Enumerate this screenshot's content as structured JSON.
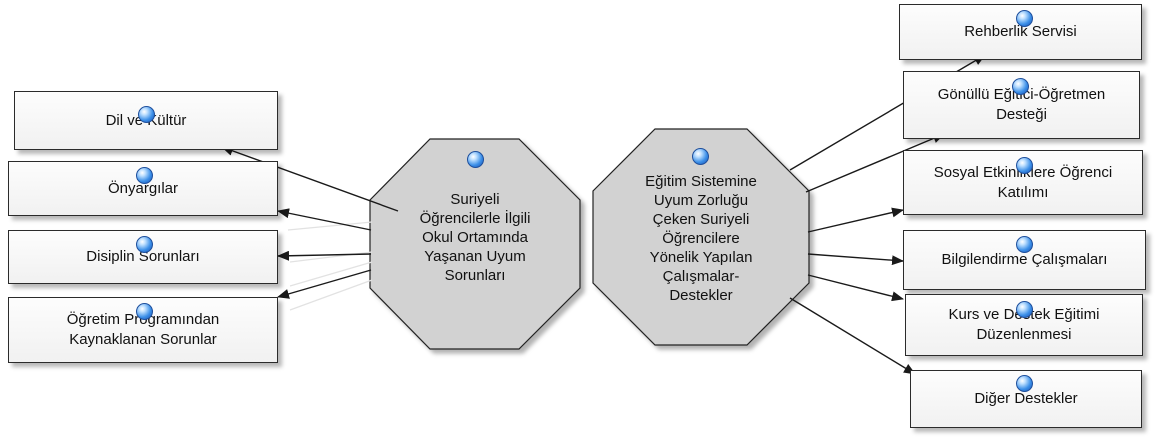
{
  "colors": {
    "arrow": "#1a1a1a",
    "box_border": "#2b2b2b",
    "octagon_fill": "#d2d2d2",
    "bubble": "#3b8fe8"
  },
  "center_left": {
    "text": "Suriyeli\nÖğrencilerle İlgili\nOkul Ortamında\nYaşanan Uyum\nSorunları"
  },
  "center_right": {
    "text": "Eğitim Sistemine\nUyum Zorluğu\nÇeken Suriyeli\nÖğrencilere\nYönelik Yapılan\nÇalışmalar-\nDestekler"
  },
  "left_boxes": [
    {
      "label": "Dil ve Kültür"
    },
    {
      "label": "Önyargılar"
    },
    {
      "label": "Disiplin Sorunları"
    },
    {
      "label": "Öğretim Programından\nKaynaklanan Sorunlar"
    }
  ],
  "right_boxes": [
    {
      "label": "Rehberlik Servisi"
    },
    {
      "label": "Gönüllü Eğitici-Öğretmen\nDesteği"
    },
    {
      "label": "Sosyal Etkinliklere Öğrenci\nKatılımı"
    },
    {
      "label": "Bilgilendirme Çalışmaları"
    },
    {
      "label": "Kurs ve Destek Eğitimi\nDüzenlenmesi"
    },
    {
      "label": "Diğer Destekler"
    }
  ]
}
